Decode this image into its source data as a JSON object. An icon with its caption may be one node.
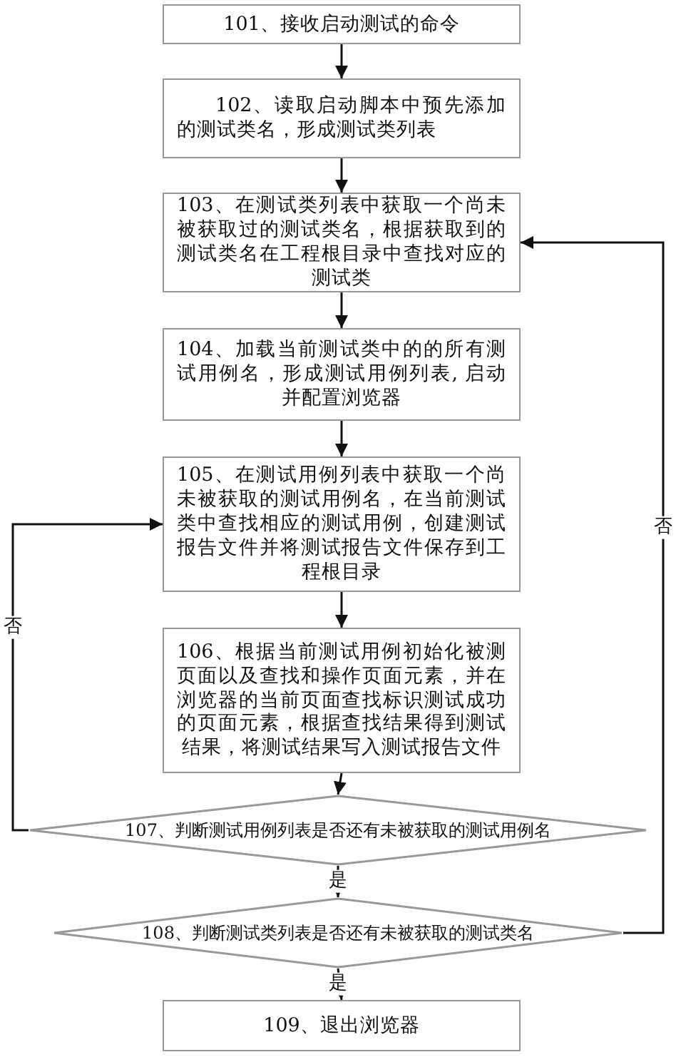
{
  "diagram": {
    "nodes": [
      {
        "text": [
          "101、接收启动测试的命令"
        ]
      },
      {
        "text": [
          "102、读取启动脚本中预先添加的测试类名，形成测试类列表"
        ]
      },
      {
        "text": [
          "103、在测试类列表中获取一个尚未被获取过的测试类名，根据获取到的测试类名在工程根目录中查找对应的测试类"
        ]
      },
      {
        "text": [
          "104、加载当前测试类中的的所有测试用例名，形成测试用例列表, 启动并配置浏览器"
        ]
      },
      {
        "text": [
          "105、在测试用例列表中获取一个尚未被获取的测试用例名，在当前测试类中查找相应的测试用例，创建测试报告文件并将测试报告文件保存到工程根目录"
        ]
      },
      {
        "text": [
          "106、根据当前测试用例初始化被测页面以及查找和操作页面元素，并在浏览器的当前页面查找标识测试成功的页面元素，根据查找结果得到测试结果，将测试结果写入测试报告文件"
        ]
      },
      {
        "text": [
          "107、判断测试用例列表是否还有未被获取的测试用例名"
        ]
      },
      {
        "text": [
          "108、判断测试类列表是否还有未被获取的测试类名"
        ]
      },
      {
        "text": [
          "109、退出浏览器"
        ]
      }
    ],
    "edges": [
      {
        "from": 0,
        "to": 1,
        "arrow": "to"
      },
      {
        "from": 1,
        "to": 2,
        "arrow": "to"
      },
      {
        "from": 2,
        "to": 3,
        "arrow": "to"
      },
      {
        "from": 3,
        "to": 4,
        "arrow": "to"
      },
      {
        "from": 4,
        "to": 5,
        "arrow": "to"
      },
      {
        "from": 5,
        "to": 6,
        "arrow": "to"
      },
      {
        "from": 6,
        "to": 7,
        "arrow": "to",
        "label": "是"
      },
      {
        "from": 7,
        "to": 8,
        "arrow": "to",
        "label": "是"
      },
      {
        "from": 6,
        "to": 4,
        "arrow": "to",
        "label": "否"
      },
      {
        "from": 7,
        "to": 2,
        "arrow": "to",
        "label": "否"
      }
    ]
  }
}
